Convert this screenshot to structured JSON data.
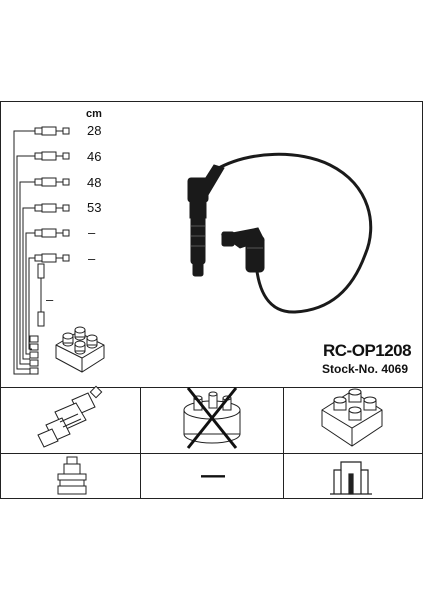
{
  "length_table": {
    "unit": "cm",
    "rows": [
      "28",
      "46",
      "48",
      "53",
      "–",
      "–"
    ],
    "extra_label": "–"
  },
  "product": {
    "code": "RC-OP1208",
    "stock": "Stock-No. 4069"
  },
  "grid": {
    "distributor_cap_crossed": true,
    "adapter_placeholder": "—"
  }
}
